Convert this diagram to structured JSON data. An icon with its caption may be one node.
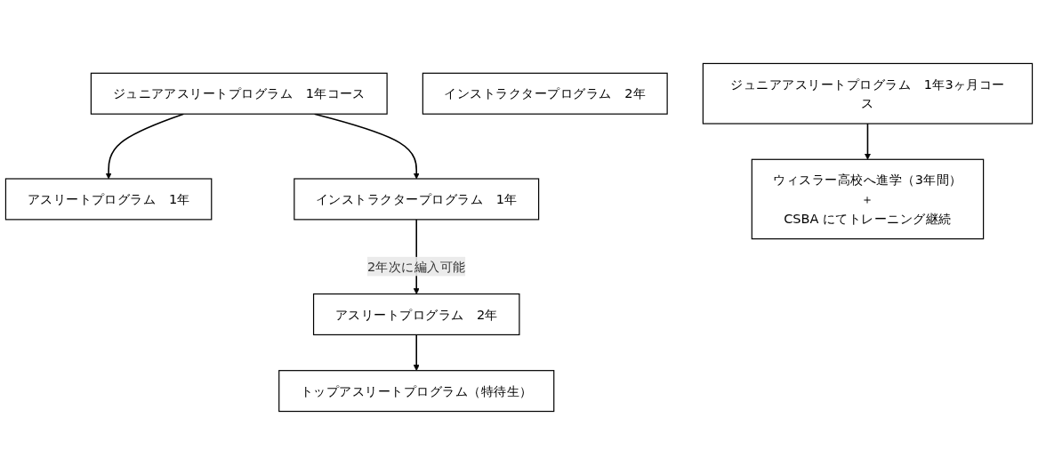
{
  "diagram": {
    "nodes": [
      {
        "text": [
          "トップアスリートプログラム（特待生）"
        ]
      },
      {
        "text": [
          "アスリートプログラム　2年"
        ]
      },
      {
        "text": [
          "ジュニアアスリートプログラム　1年コース"
        ]
      },
      {
        "text": [
          "アスリートプログラム　1年"
        ]
      },
      {
        "text": [
          "インストラクタープログラム　2年"
        ]
      },
      {
        "text": [
          "インストラクタープログラム　1年"
        ]
      },
      {
        "text": [
          "ジュニアアスリートプログラム　1年3ヶ月コース"
        ]
      },
      {
        "text": [
          "ウィスラー高校へ進学（3年間）",
          "＋",
          "CSBA にてトレーニング継続"
        ]
      }
    ],
    "edges": [
      {
        "from": 1,
        "to": 0,
        "arrow": "to"
      },
      {
        "from": 2,
        "to": 3,
        "arrow": "to"
      },
      {
        "from": 2,
        "to": 5,
        "arrow": "to"
      },
      {
        "from": 5,
        "to": 1,
        "arrow": "to",
        "label": "2年次に編入可能"
      },
      {
        "from": 6,
        "to": 7,
        "arrow": "to"
      }
    ]
  }
}
